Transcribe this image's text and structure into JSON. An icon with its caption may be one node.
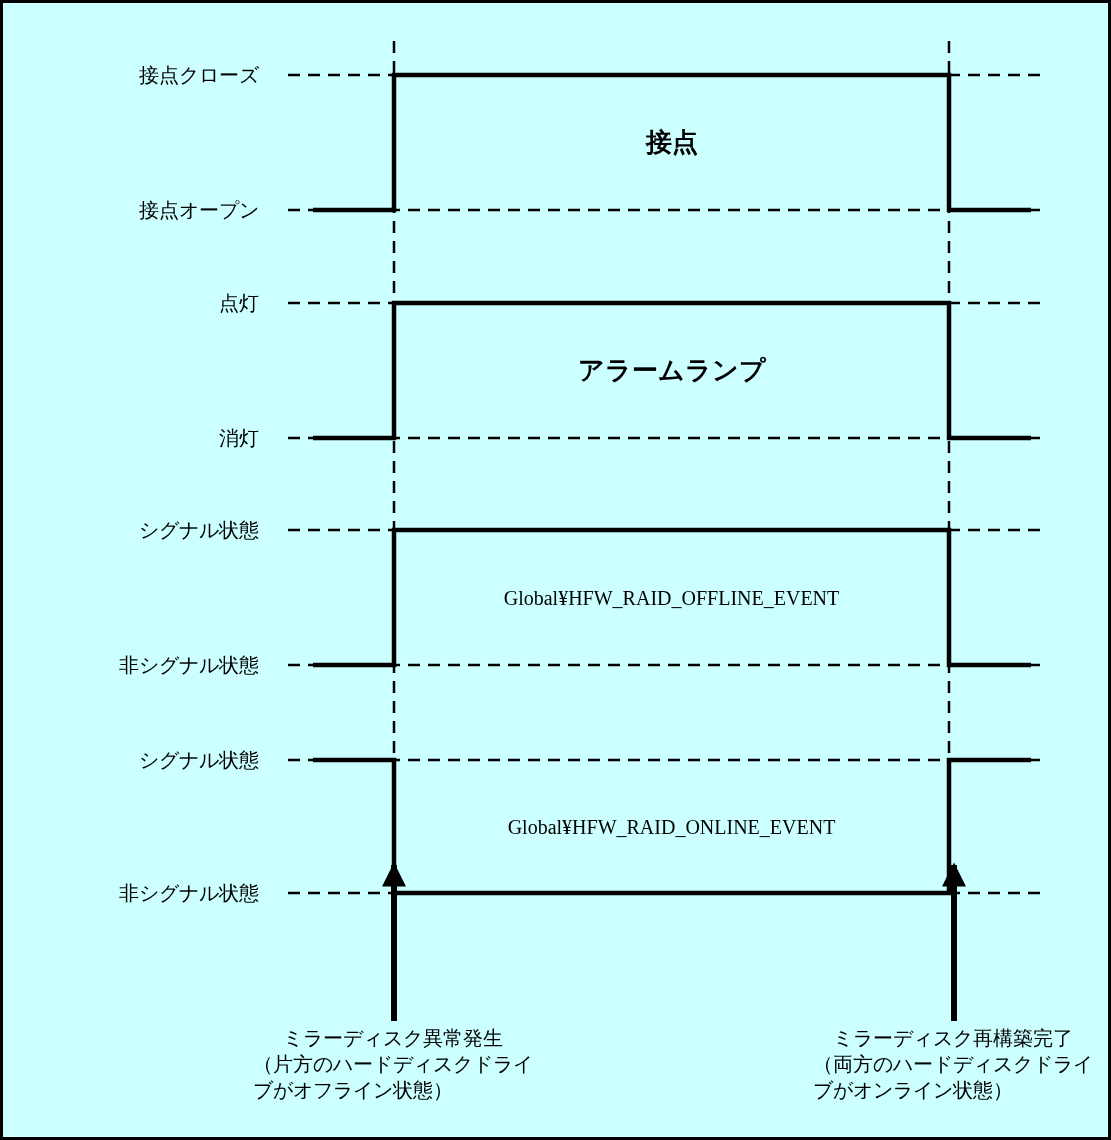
{
  "diagram": {
    "nodes": [
      {
        "text": [
          "ミラーディスク異常発生",
          "（片方のハードディスクドライブがオフライン状態）"
        ]
      },
      {
        "text": [
          "ミラーディスク再構築完了",
          "（両方のハードディスクドライブがオンライン状態）"
        ]
      }
    ],
    "edges": [
      {
        "from": 0,
        "to": null,
        "arrow": "to"
      },
      {
        "from": 1,
        "to": null,
        "arrow": "to"
      }
    ],
    "labels": [
      "接点クローズ",
      "接点",
      "接点オープン",
      "点灯",
      "アラームランプ",
      "消灯",
      "シグナル状態",
      "Global¥HFW_RAID_OFFLINE_EVENT",
      "非シグナル状態",
      "シグナル状態",
      "Global¥HFW_RAID_ONLINE_EVENT",
      "非シグナル状態"
    ]
  }
}
